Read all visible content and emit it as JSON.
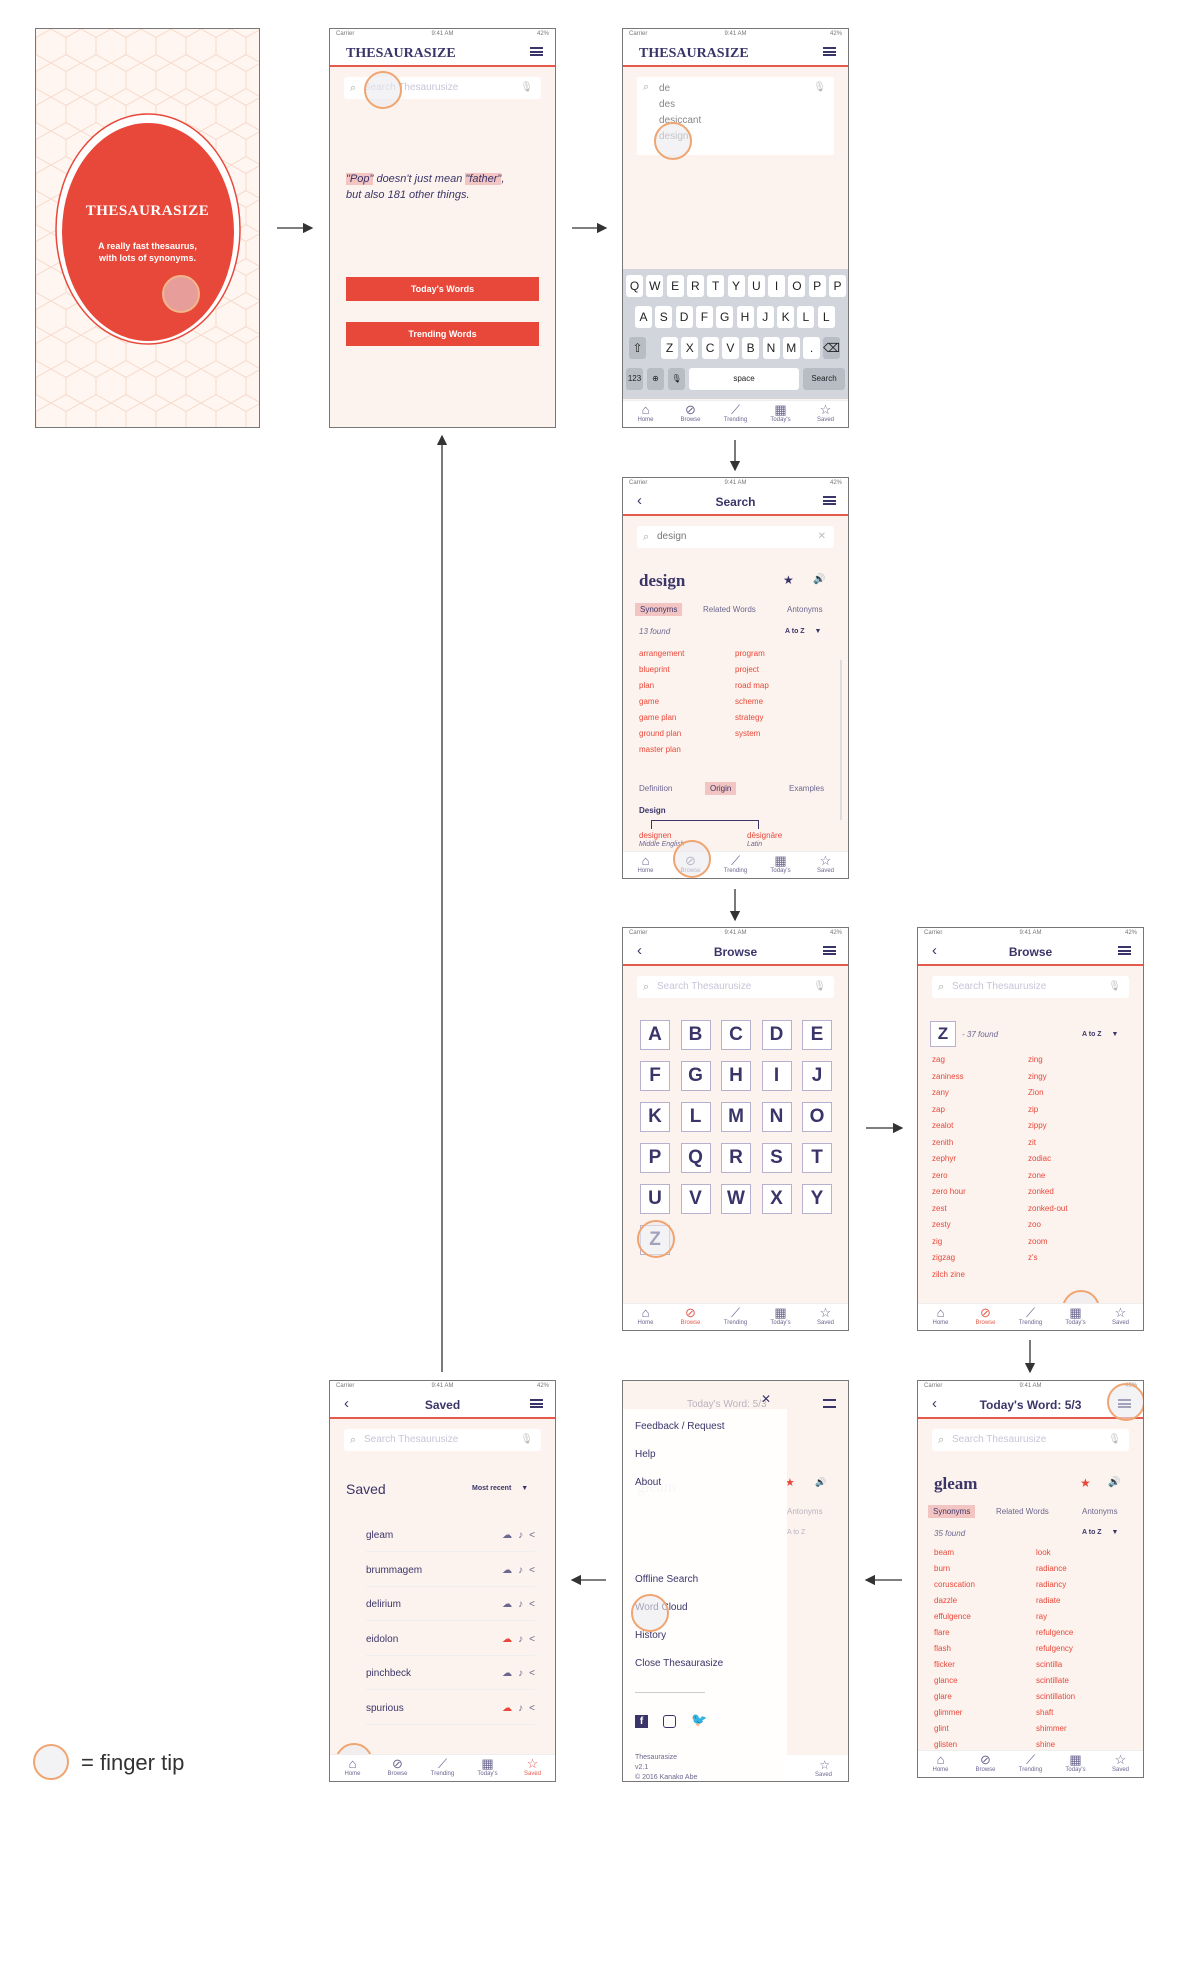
{
  "splash": {
    "title": "THESAURASIZE",
    "tagline1": "A really fast thesaurus,",
    "tagline2": "with lots of synonyms."
  },
  "status": {
    "carrier": "Carrier",
    "time": "9:41 AM",
    "battery": "42%"
  },
  "home": {
    "app_title": "THESAURASIZE",
    "search_placeholder": "Search Thesaurusize",
    "quote_w1": "\"Pop\"",
    "quote_mid": " doesn't just mean ",
    "quote_w2": "\"father\"",
    "quote_end": ",",
    "quote_line2": "but also 181 other things.",
    "btn_today": "Today's Words",
    "btn_trending": "Trending Words"
  },
  "typing": {
    "app_title": "THESAURASIZE",
    "typed": "de",
    "suggestions": [
      "des",
      "desiccant",
      "design"
    ],
    "keyboard_rows": [
      [
        "Q",
        "W",
        "E",
        "R",
        "T",
        "Y",
        "U",
        "I",
        "O",
        "P",
        "P"
      ],
      [
        "A",
        "S",
        "D",
        "F",
        "G",
        "H",
        "J",
        "K",
        "L",
        "L"
      ],
      [
        "Z",
        "X",
        "C",
        "V",
        "B",
        "N",
        "M",
        "."
      ]
    ],
    "key_123": "123",
    "key_space": "space",
    "key_search": "Search"
  },
  "tabs": [
    "Home",
    "Browse",
    "Trending",
    "Today's",
    "Saved"
  ],
  "search_screen": {
    "title": "Search",
    "query": "design",
    "word": "design",
    "tab_synonyms": "Synonyms",
    "tab_related": "Related Words",
    "tab_antonyms": "Antonyms",
    "found": "13 found",
    "sort": "A to Z",
    "col1": [
      "arrangement",
      "blueprint",
      "plan",
      "game",
      "game plan",
      "ground plan",
      "master plan"
    ],
    "col2": [
      "program",
      "project",
      "road map",
      "scheme",
      "strategy",
      "system"
    ],
    "sub_definition": "Definition",
    "sub_origin": "Origin",
    "sub_examples": "Examples",
    "origin_word": "Design",
    "origin_a": "designen",
    "origin_a_lang": "Middle English",
    "origin_b": "dēsignāre",
    "origin_b_lang": "Latin"
  },
  "browse": {
    "title": "Browse",
    "search_placeholder": "Search Thesaurusize",
    "letters": [
      "A",
      "B",
      "C",
      "D",
      "E",
      "F",
      "G",
      "H",
      "I",
      "J",
      "K",
      "L",
      "M",
      "N",
      "O",
      "P",
      "Q",
      "R",
      "S",
      "T",
      "U",
      "V",
      "W",
      "X",
      "Y",
      "Z"
    ]
  },
  "browse_z": {
    "title": "Browse",
    "search_placeholder": "Search Thesaurusize",
    "letter": "Z",
    "found": "- 37 found",
    "sort": "A to Z",
    "col1": [
      "zag",
      "zaniness",
      "zany",
      "zap",
      "zealot",
      "zenith",
      "zephyr",
      "zero",
      "zero hour",
      "zest",
      "zesty",
      "zig",
      "zigzag",
      "zilch zine"
    ],
    "col2": [
      "zing",
      "zingy",
      "Zion",
      "zip",
      "zippy",
      "zit",
      "zodiac",
      "zone",
      "zonked",
      "zonked-out",
      "zoo",
      "zoom",
      "z's"
    ]
  },
  "today": {
    "title": "Today's Word: 5/3",
    "search_placeholder": "Search Thesaurusize",
    "word": "gleam",
    "tab_synonyms": "Synonyms",
    "tab_related": "Related Words",
    "tab_antonyms": "Antonyms",
    "found": "35 found",
    "sort": "A to Z",
    "col1": [
      "beam",
      "burn",
      "coruscation",
      "dazzle",
      "effulgence",
      "flare",
      "flash",
      "flicker",
      "glance",
      "glare",
      "glimmer",
      "glint",
      "glisten"
    ],
    "col2": [
      "look",
      "radiance",
      "radiancy",
      "radiate",
      "ray",
      "refulgence",
      "refulgency",
      "scintilla",
      "scintillate",
      "scintillation",
      "shaft",
      "shimmer",
      "shine"
    ]
  },
  "menu_screen": {
    "items": [
      "Feedback / Request",
      "Help",
      "About",
      "Offline Search",
      "Word Cloud",
      "History",
      "Close Thesaurasize"
    ],
    "app": "Thesaurasize",
    "version": "v2.1",
    "copyright": "© 2016 Kanako Abe",
    "ghost_title": "Today's Word: 5/3",
    "ghost_word": "gleam",
    "ghost_antonyms": "Antonyms",
    "ghost_sort": "A to Z"
  },
  "saved": {
    "title": "Saved",
    "search_placeholder": "Search Thesaurusize",
    "heading": "Saved",
    "sort": "Most recent",
    "words": [
      "gleam",
      "brummagem",
      "delirium",
      "eidolon",
      "pinchbeck",
      "spurious"
    ]
  },
  "legend": {
    "label": "= finger tip"
  },
  "colors": {
    "accent": "#e8483a",
    "navy": "#3a3569",
    "bg": "#fdf3ee",
    "finger": "#f0a470"
  }
}
